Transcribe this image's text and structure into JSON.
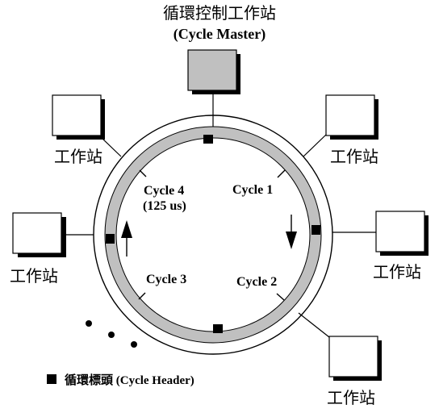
{
  "master": {
    "title": "循環控制工作站",
    "subtitle": "(Cycle Master)"
  },
  "workstation_label": "工作站",
  "cycles": [
    {
      "label": "Cycle 1"
    },
    {
      "label": "Cycle 2"
    },
    {
      "label": "Cycle 3"
    },
    {
      "label": "Cycle 4",
      "sublabel": "(125 us)"
    }
  ],
  "legend": {
    "marker": "■",
    "text": "循環標頭 (Cycle Header)"
  },
  "colors": {
    "ring_fill": "#c0c0c0",
    "master_fill": "#c0c0c0",
    "header_marker": "#000000",
    "stroke": "#000000"
  }
}
